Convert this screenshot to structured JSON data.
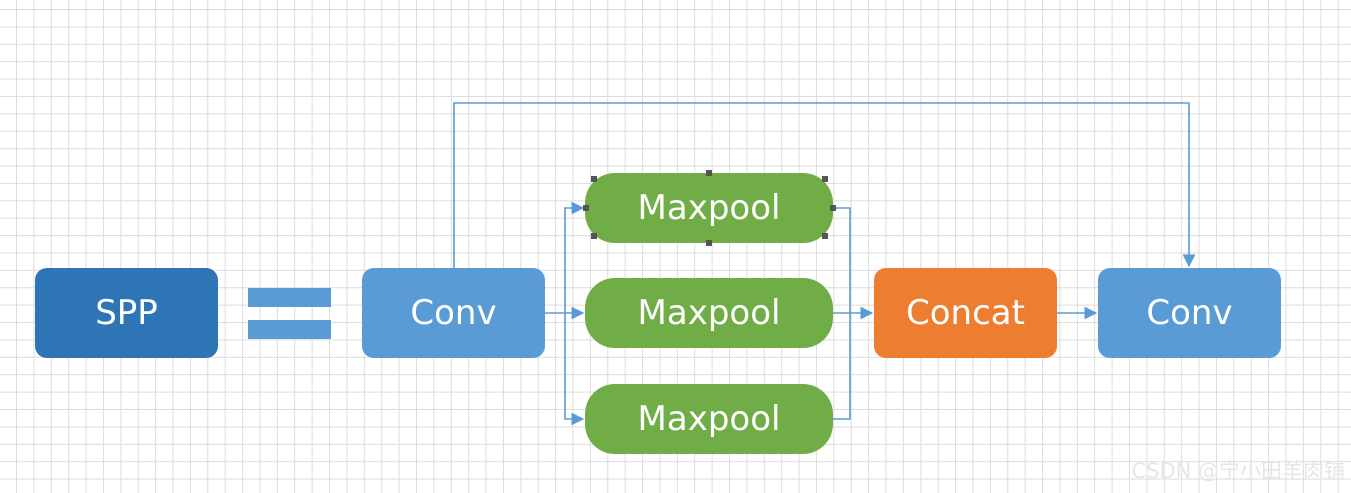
{
  "nodes": {
    "spp": "SPP",
    "conv_in": "Conv",
    "maxpool_1": "Maxpool",
    "maxpool_2": "Maxpool",
    "maxpool_3": "Maxpool",
    "concat": "Concat",
    "conv_out": "Conv"
  },
  "watermark": "CSDN @宁小田羊肉铺",
  "colors": {
    "spp": "#2e75b6",
    "conv": "#5b9bd5",
    "maxpool": "#70ad47",
    "concat": "#ed7d31",
    "connector": "#5b9bd5"
  }
}
